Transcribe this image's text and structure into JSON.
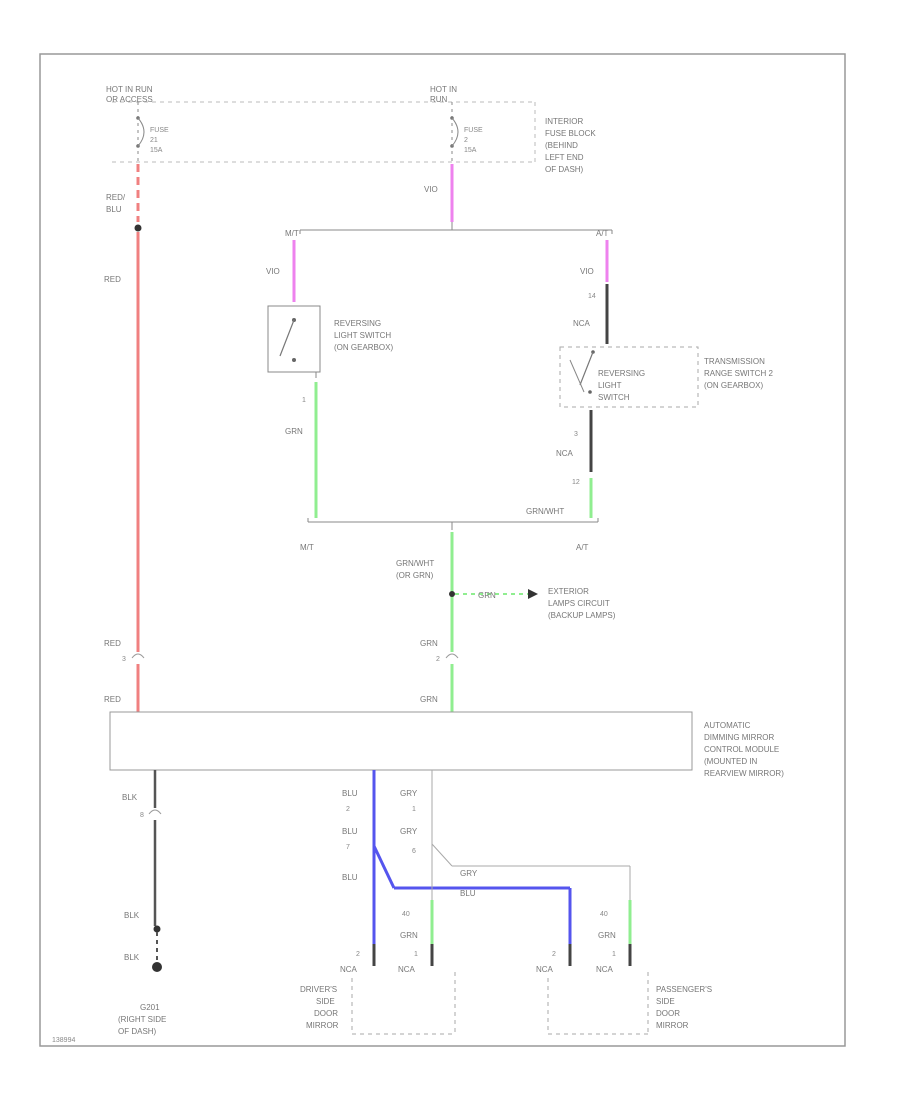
{
  "colors": {
    "red": "#f08080",
    "violet": "#ee82ee",
    "green": "#90ee90",
    "blue": "#5555ee",
    "black": "#555555",
    "gray": "#aaaaaa"
  },
  "power": {
    "left_source": [
      "HOT IN RUN",
      "OR ACCESS"
    ],
    "left_fuse": [
      "FUSE",
      "21",
      "15A"
    ],
    "right_source": [
      "HOT IN",
      "RUN"
    ],
    "right_fuse": [
      "FUSE",
      "2",
      "15A"
    ],
    "fuse_block": [
      "INTERIOR",
      "FUSE BLOCK",
      "(BEHIND",
      "LEFT END",
      "OF DASH)"
    ]
  },
  "wires": {
    "red_blu": [
      "RED/",
      "BLU"
    ],
    "red": "RED",
    "vio": "VIO",
    "grn": "GRN",
    "grn_wht": "GRN/WHT",
    "grn_wht_or": [
      "GRN/WHT",
      "(OR GRN)"
    ],
    "blk": "BLK",
    "blu": "BLU",
    "gry": "GRY",
    "nca": "NCA",
    "mt": "M/T",
    "at": "A/T"
  },
  "switches": {
    "mt_switch": [
      "REVERSING",
      "LIGHT SWITCH",
      "(ON GEARBOX)"
    ],
    "at_switch_inner": [
      "REVERSING",
      "LIGHT",
      "SWITCH"
    ],
    "at_switch_outer": [
      "TRANSMISSION",
      "RANGE SWITCH 2",
      "(ON GEARBOX)"
    ]
  },
  "exterior": [
    "EXTERIOR",
    "LAMPS CIRCUIT",
    "(BACKUP LAMPS)"
  ],
  "module": [
    "AUTOMATIC",
    "DIMMING MIRROR",
    "CONTROL MODULE",
    "(MOUNTED IN",
    "REARVIEW MIRROR)"
  ],
  "pins": {
    "red_a": "3",
    "grn_a": "2",
    "blk_a": "8",
    "blu_2": "2",
    "gry_1": "1",
    "blu_7": "7",
    "gry_6": "6",
    "mt_1": "1",
    "at_14": "14",
    "at_3": "3",
    "at_12": "12",
    "d_2": "2",
    "d_1": "1",
    "p_2": "2",
    "p_1": "1",
    "d_40": "40",
    "p_40": "40"
  },
  "ground": [
    "G201",
    "(RIGHT SIDE",
    "OF DASH)"
  ],
  "drivers_mirror": [
    "DRIVER'S",
    "SIDE",
    "DOOR",
    "MIRROR"
  ],
  "passengers_mirror": [
    "PASSENGER'S",
    "SIDE",
    "DOOR",
    "MIRROR"
  ],
  "footer": "138994"
}
